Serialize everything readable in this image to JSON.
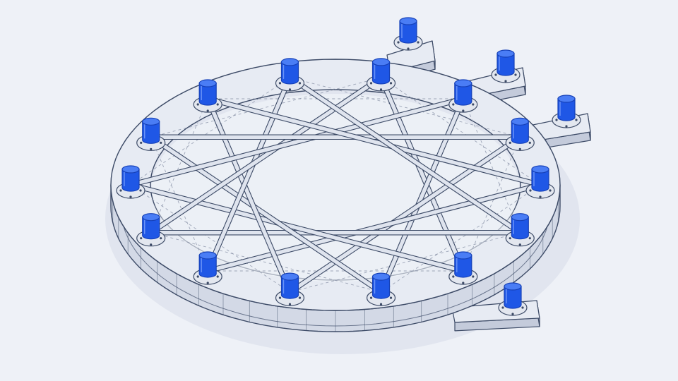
{
  "diagram": {
    "colors": {
      "background": "#eef1f7",
      "ring_top": "#e7ebf3",
      "ring_side": "#d3d9e6",
      "ring_bottom": "#c4cbdb",
      "outline": "#3c4a66",
      "strut": "#dfe4ee",
      "dashed": "#8a93a8",
      "shadow": "#dde2ec",
      "peg_blue": "#1f57e6",
      "peg_blue_dark": "#1641b8",
      "peg_top": "#4a7df5",
      "base_plate": "#e3e7ef"
    },
    "ring_nodes": 14,
    "outer_pads": 4,
    "star_skip": 5,
    "icons": {
      "node": "blue-cylinder-peg-icon",
      "mount": "bolted-base-plate-icon"
    }
  }
}
